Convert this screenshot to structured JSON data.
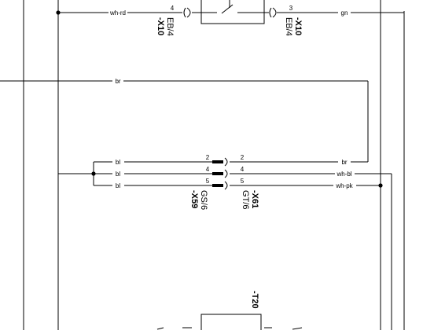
{
  "top": {
    "left_wire": "wh-rd",
    "right_wire": "gn",
    "pin_left": "4",
    "pin_right": "3",
    "conn_left_id": "-X10",
    "conn_left_type": "EB/4",
    "conn_right_id": "-X10",
    "conn_right_type": "EB/4"
  },
  "middle": {
    "wire_br": "br"
  },
  "connector": {
    "rows": [
      {
        "left_wire": "bl",
        "pin_in": "2",
        "pin_out": "2",
        "right_wire": "br"
      },
      {
        "left_wire": "bl",
        "pin_in": "4",
        "pin_out": "4",
        "right_wire": "wh-bl"
      },
      {
        "left_wire": "bl",
        "pin_in": "5",
        "pin_out": "5",
        "right_wire": "wh-pk"
      }
    ],
    "left_id": "-X59",
    "left_type": "GS/6",
    "right_id": "-X61",
    "right_type": "GT/6"
  },
  "bottom": {
    "component_id": "-T20"
  }
}
